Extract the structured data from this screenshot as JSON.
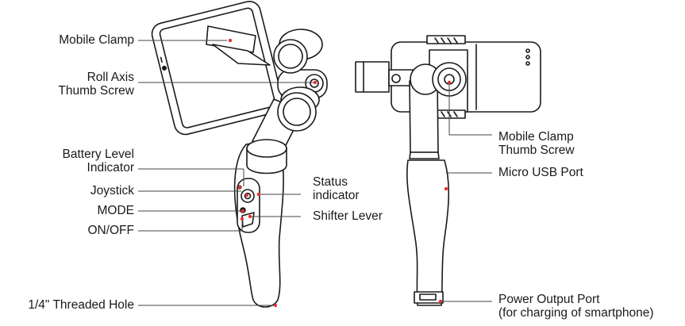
{
  "callouts_left": {
    "mobile_clamp": "Mobile Clamp",
    "roll_axis_line1": "Roll Axis",
    "roll_axis_line2": "Thumb Screw",
    "battery_line1": "Battery Level",
    "battery_line2": "Indicator",
    "joystick": "Joystick",
    "mode": "MODE",
    "on_off": "ON/OFF",
    "threaded_hole": "1/4\" Threaded Hole"
  },
  "callouts_middle": {
    "status_line1": "Status",
    "status_line2": "indicator",
    "shifter_lever": "Shifter Lever"
  },
  "callouts_right": {
    "clamp_screw_line1": "Mobile Clamp",
    "clamp_screw_line2": "Thumb Screw",
    "micro_usb": "Micro USB Port",
    "power_line1": "Power Output Port",
    "power_line2": "(for charging of smartphone)"
  },
  "colors": {
    "line": "#1a1a1a",
    "leader": "#444444",
    "marker": "#e3342f",
    "fill": "#ffffff"
  }
}
